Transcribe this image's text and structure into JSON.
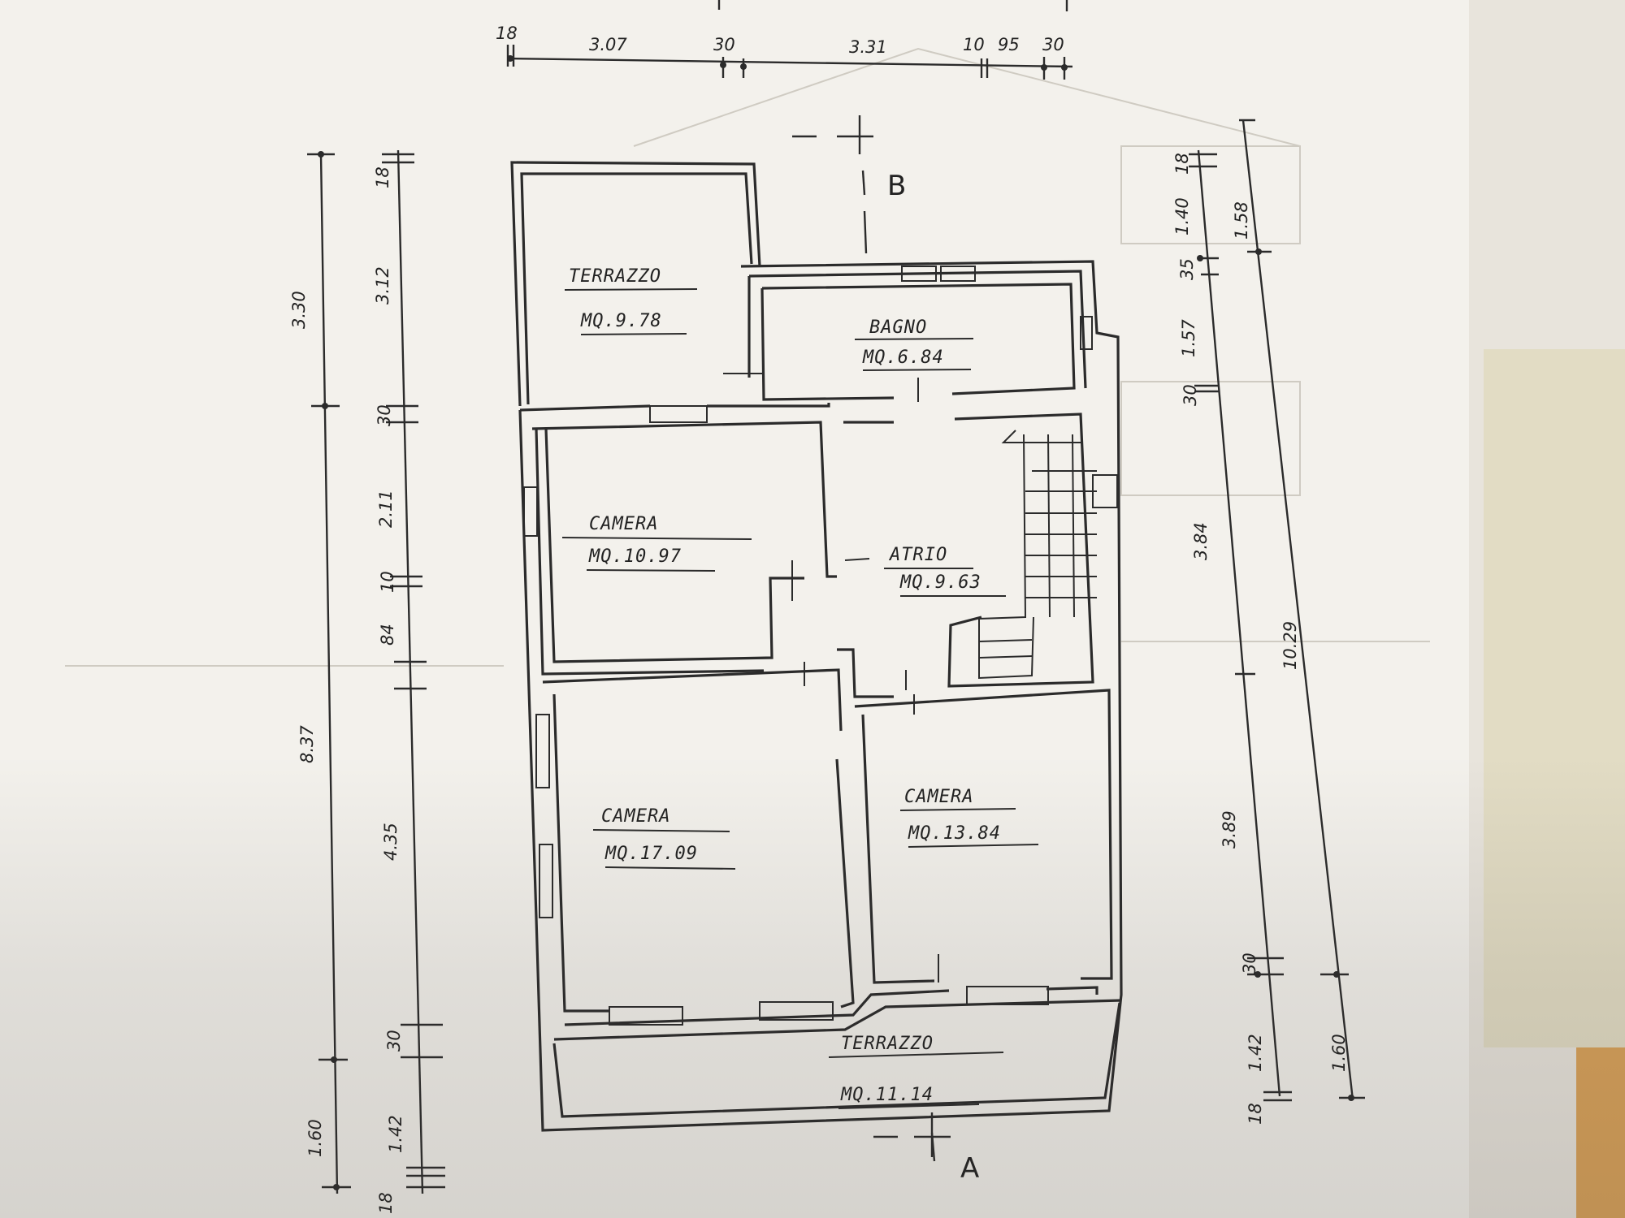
{
  "rooms": [
    {
      "id": "terrazzo-top",
      "name": "TERRAZZO",
      "area": "MQ.9.78"
    },
    {
      "id": "bagno",
      "name": "BAGNO",
      "area": "MQ.6.84"
    },
    {
      "id": "camera-1",
      "name": "CAMERA",
      "area": "MQ.10.97"
    },
    {
      "id": "atrio",
      "name": "ATRIO",
      "area": "MQ.9.63"
    },
    {
      "id": "camera-2",
      "name": "CAMERA",
      "area": "MQ.17.09"
    },
    {
      "id": "camera-3",
      "name": "CAMERA",
      "area": "MQ.13.84"
    },
    {
      "id": "terrazzo-bottom",
      "name": "TERRAZZO",
      "area": "MQ.11.14"
    }
  ],
  "sections": {
    "top": "B",
    "bottom": "A"
  },
  "dims_top": [
    "18",
    "3.07",
    "30",
    "3.31",
    "10",
    "95",
    "30"
  ],
  "dims_left_outer": [
    "3.30",
    "8.37",
    "1.60",
    "18"
  ],
  "dims_left_inner": [
    "18",
    "3.12",
    "30",
    "2.11",
    "84",
    "10",
    "4.35",
    "30",
    "1.42"
  ],
  "dims_right_inner": [
    "18",
    "1.40",
    "35",
    "1.57",
    "30",
    "3.84",
    "3.89",
    "30",
    "1.42",
    "18"
  ],
  "dims_right_outer": [
    "1.58",
    "10.29",
    "1.60"
  ]
}
